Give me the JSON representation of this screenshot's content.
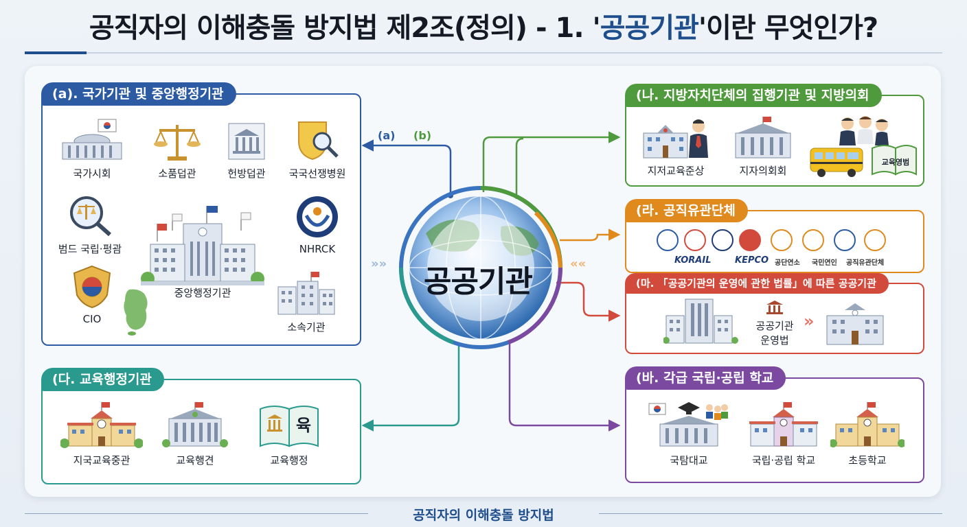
{
  "header": {
    "title_prefix": "공직자의 이해충돌 방지법 제2조(정의) - 1. '",
    "title_highlight": "공공기관",
    "title_suffix": "'이란 무엇인가?"
  },
  "hub": {
    "label": "공공기관"
  },
  "connectors": {
    "a": "(a)",
    "b": "(b)"
  },
  "panels": {
    "ga": {
      "title": "(a). 국가기관 및 중앙행정기관",
      "items": [
        "국가시회",
        "소품덥관",
        "헌방덥관",
        "국국선쟁병원",
        "범드 국립·펑괌",
        "중앙행정기관",
        "NHRCK",
        "CIO",
        "소속기관"
      ]
    },
    "na": {
      "title": "(나. 지방자치단체의 집행기관 및 지방의회",
      "items": [
        "지저교육준상",
        "지자의회회"
      ],
      "book": "교육영범"
    },
    "da": {
      "title": "(다. 교육행정기관",
      "items": [
        "지국교육중관",
        "교육행견",
        "교육행정"
      ],
      "book_char": "육"
    },
    "ra": {
      "title": "(라. 공직유관단체",
      "logos": [
        "KORAIL",
        "KEPCO",
        "공단연소",
        "국민연인",
        "공직유관단체"
      ]
    },
    "ma": {
      "title": "(마. 「공공기관의 운영에 관한 법률」에 따른 공공기관",
      "law_line1": "공공기관",
      "law_line2": "운영법"
    },
    "ba": {
      "title": "(바. 각급 국립·공립 학교",
      "items": [
        "국탐대교",
        "국립·공립 학교",
        "초등학교"
      ]
    }
  },
  "footer": {
    "text": "공직자의 이해충돌 방지법"
  },
  "colors": {
    "blue": "#2c5ba4",
    "green": "#4e9a3c",
    "teal": "#2a9a8e",
    "orange": "#e08a1e",
    "red": "#d24a3c",
    "purple": "#7b4aa0"
  }
}
